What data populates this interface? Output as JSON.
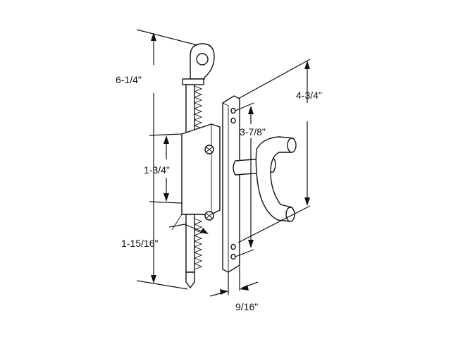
{
  "dimensions": {
    "overall_height": "6-1/4\"",
    "plate_height": "4-3/4\"",
    "hole_spacing": "3-7/8\"",
    "body_height": "1-3/4\"",
    "body_depth": "1-15/16\"",
    "plate_width": "9/16\""
  },
  "colors": {
    "line": "#111111",
    "background": "#ffffff"
  }
}
